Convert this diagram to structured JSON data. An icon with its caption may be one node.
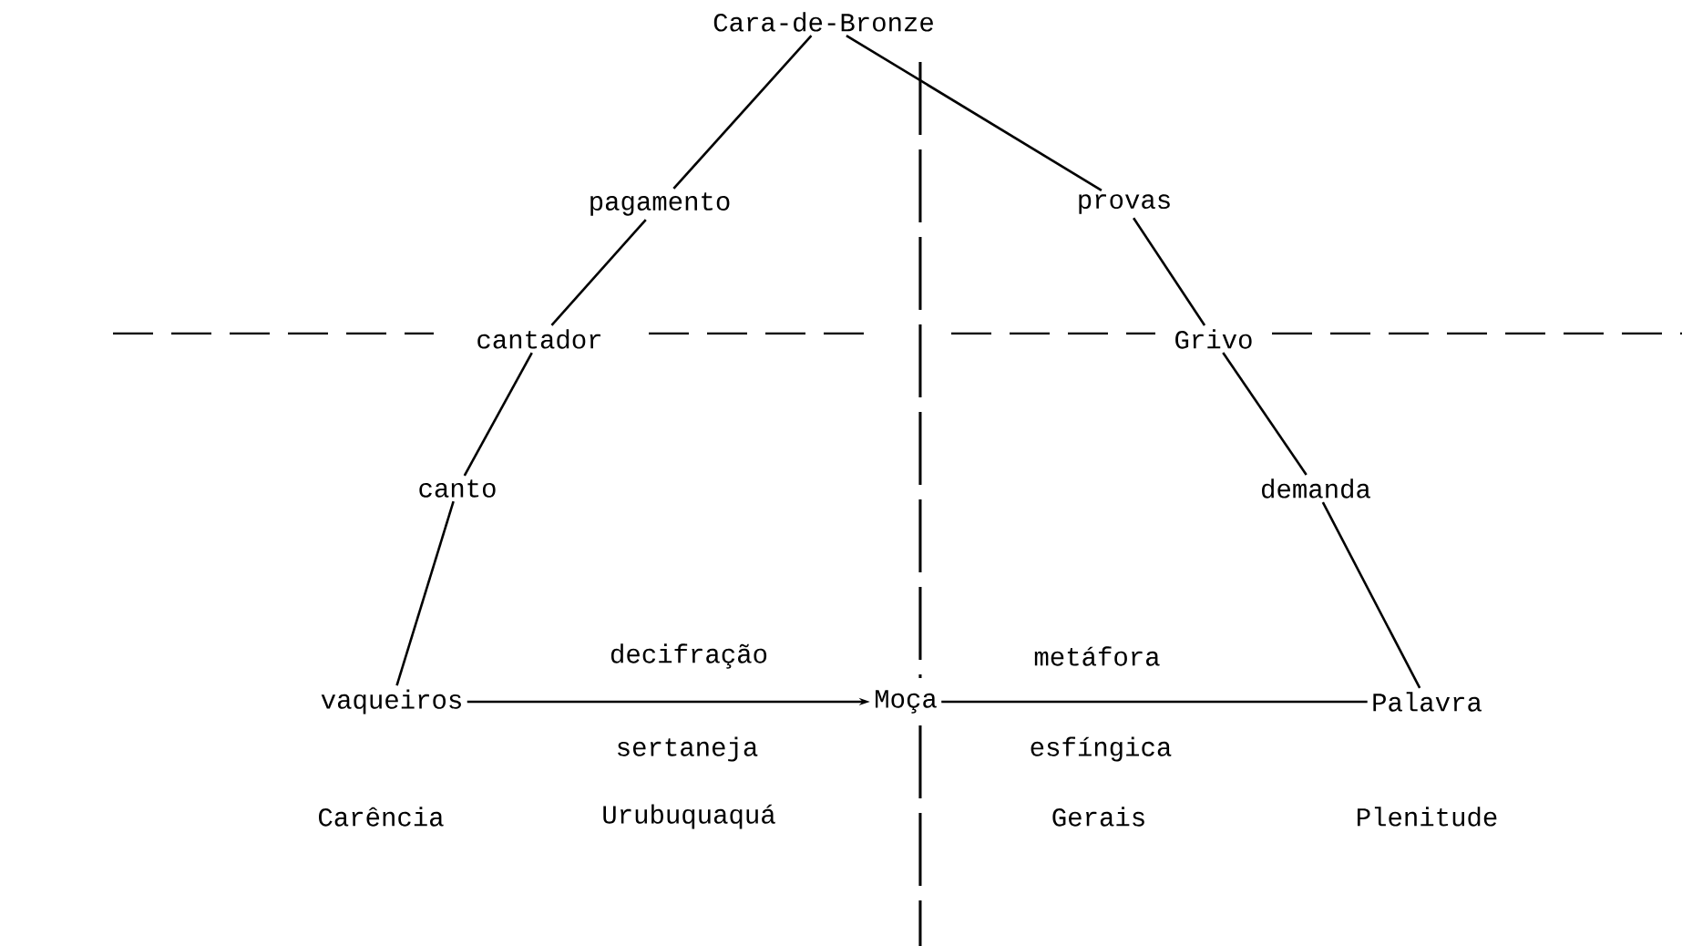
{
  "diagram": {
    "nodes": [
      {
        "text": [
          "Cara-de-Bronze"
        ]
      },
      {
        "text": [
          "pagamento"
        ]
      },
      {
        "text": [
          "provas"
        ]
      },
      {
        "text": [
          "cantador"
        ]
      },
      {
        "text": [
          "Grivo"
        ]
      },
      {
        "text": [
          "canto"
        ]
      },
      {
        "text": [
          "demanda"
        ]
      },
      {
        "text": [
          "vaqueiros"
        ]
      },
      {
        "text": [
          "Moça"
        ]
      },
      {
        "text": [
          "Palavra"
        ]
      }
    ],
    "edges": [
      {
        "from": 0,
        "to": 1,
        "arrow": "none"
      },
      {
        "from": 1,
        "to": 3,
        "arrow": "none"
      },
      {
        "from": 3,
        "to": 5,
        "arrow": "none"
      },
      {
        "from": 5,
        "to": 7,
        "arrow": "none"
      },
      {
        "from": 0,
        "to": 2,
        "arrow": "none"
      },
      {
        "from": 2,
        "to": 4,
        "arrow": "none"
      },
      {
        "from": 4,
        "to": 6,
        "arrow": "none"
      },
      {
        "from": 6,
        "to": 9,
        "arrow": "none"
      },
      {
        "from": 7,
        "to": 8,
        "arrow": "to"
      },
      {
        "from": 9,
        "to": 8,
        "arrow": "none"
      }
    ],
    "labels": [
      "decifração",
      "metáfora",
      "sertaneja",
      "esfíngica",
      "Carência",
      "Urubuquaquá",
      "Gerais",
      "Plenitude"
    ]
  }
}
